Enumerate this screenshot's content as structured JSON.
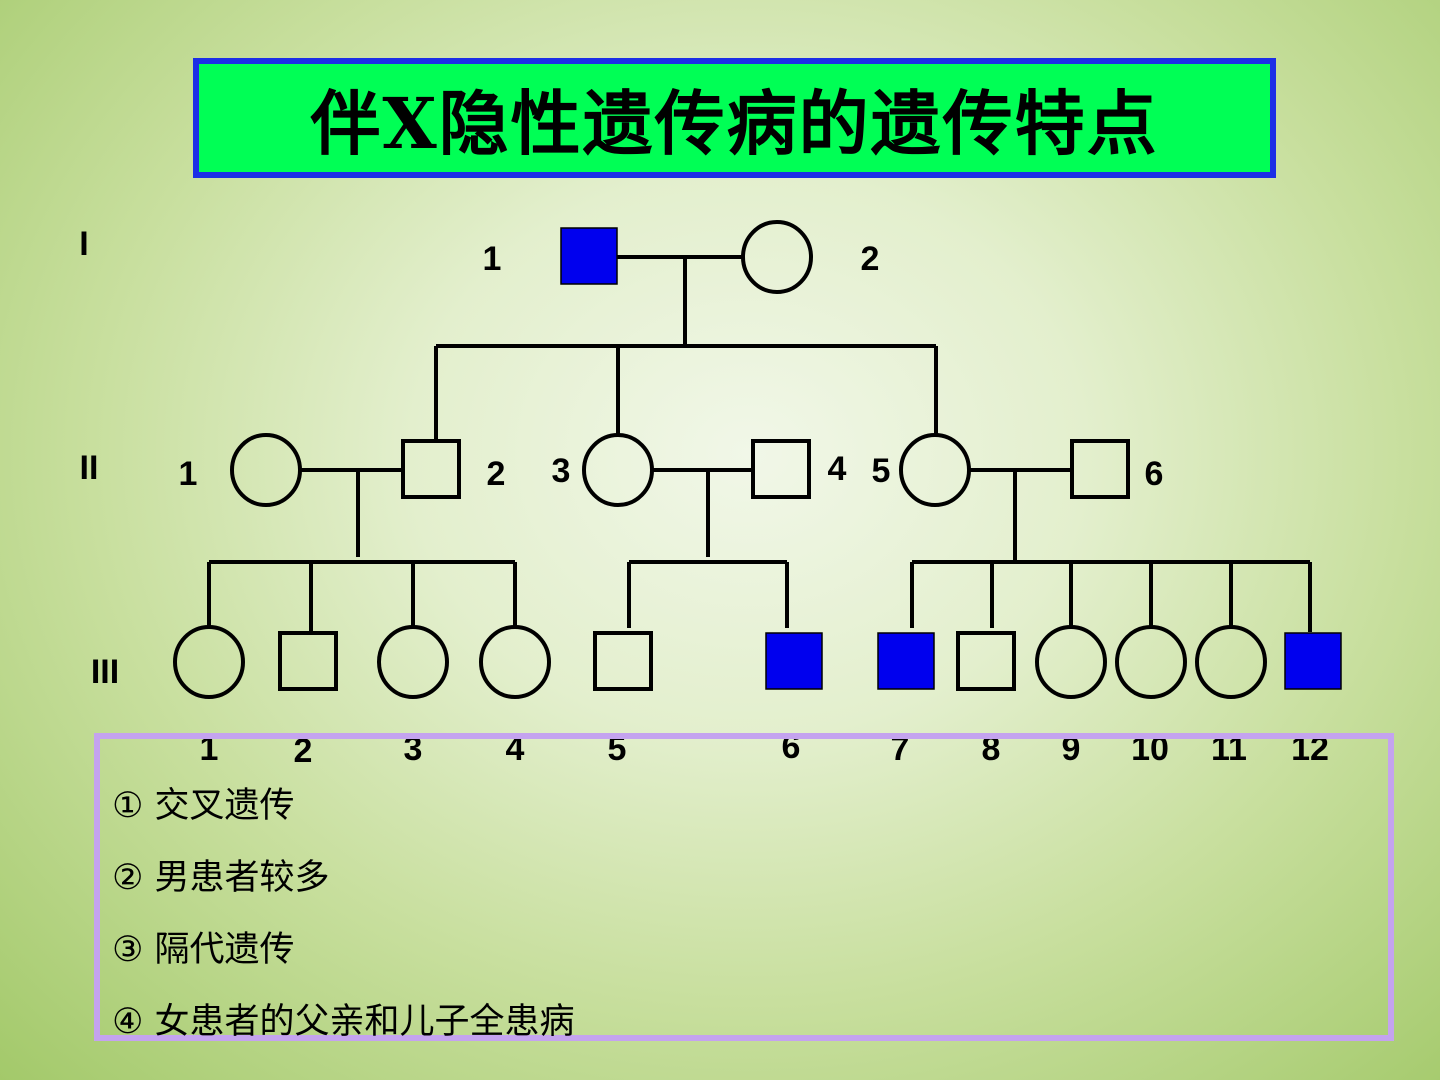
{
  "title": "伴X隐性遗传病的遗传特点",
  "colors": {
    "affected": "#0000ee",
    "title_bg": "#00ff55",
    "title_border": "#1c2fe6",
    "notes_border": "#c4a3ef"
  },
  "generations": [
    "I",
    "II",
    "III"
  ],
  "legend_encoding": {
    "square": "male",
    "circle": "female",
    "filled": "affected"
  },
  "pedigree": {
    "I": [
      {
        "label": "1",
        "sex": "male",
        "affected": true
      },
      {
        "label": "2",
        "sex": "female",
        "affected": false
      }
    ],
    "II": [
      {
        "label": "1",
        "sex": "female",
        "affected": false
      },
      {
        "label": "2",
        "sex": "male",
        "affected": false
      },
      {
        "label": "3",
        "sex": "female",
        "affected": false
      },
      {
        "label": "4",
        "sex": "male",
        "affected": false
      },
      {
        "label": "5",
        "sex": "female",
        "affected": false
      },
      {
        "label": "6",
        "sex": "male",
        "affected": false
      }
    ],
    "III": [
      {
        "label": "1",
        "sex": "female",
        "affected": false
      },
      {
        "label": "2",
        "sex": "male",
        "affected": false
      },
      {
        "label": "3",
        "sex": "female",
        "affected": false
      },
      {
        "label": "4",
        "sex": "female",
        "affected": false
      },
      {
        "label": "5",
        "sex": "male",
        "affected": false
      },
      {
        "label": "6",
        "sex": "male",
        "affected": true
      },
      {
        "label": "7",
        "sex": "male",
        "affected": true
      },
      {
        "label": "8",
        "sex": "male",
        "affected": false
      },
      {
        "label": "9",
        "sex": "female",
        "affected": false
      },
      {
        "label": "10",
        "sex": "female",
        "affected": false
      },
      {
        "label": "11",
        "sex": "female",
        "affected": false
      },
      {
        "label": "12",
        "sex": "male",
        "affected": true
      }
    ]
  },
  "notes": [
    "① 交叉遗传",
    "② 男患者较多",
    "③ 隔代遗传",
    "④ 女患者的父亲和儿子全患病"
  ]
}
